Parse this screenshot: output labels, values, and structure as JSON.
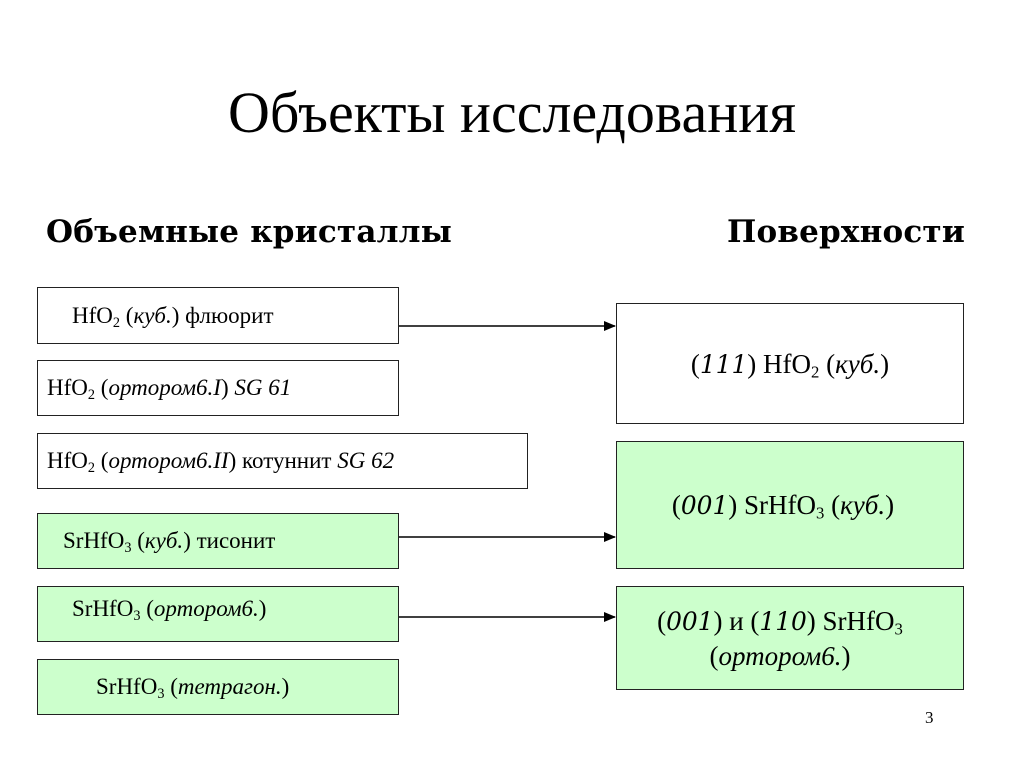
{
  "slide": {
    "title": "Объекты исследования",
    "left_header": "Объемные кристаллы",
    "right_header": "Поверхности",
    "page_number": "3"
  },
  "bulk": [
    {
      "formula": "HfO",
      "sub": "2",
      "open": " (",
      "italic": "куб.",
      "close": ") флюорит",
      "tail_italic": "",
      "fill": "#ffffff"
    },
    {
      "formula": "HfO",
      "sub": "2",
      "open": " (",
      "italic": "ортором6.I",
      "close": ") ",
      "tail_italic": "SG 61",
      "fill": "#ffffff"
    },
    {
      "formula": "HfO",
      "sub": "2",
      "open": " (",
      "italic": "ортором6.II",
      "close": ") котуннит ",
      "tail_italic": "SG 62",
      "fill": "#ffffff"
    },
    {
      "formula": "SrHfO",
      "sub": "3",
      "open": " (",
      "italic": "куб.",
      "close": ") тисонит",
      "tail_italic": "",
      "fill": "#ccffcc"
    },
    {
      "formula": "SrHfO",
      "sub": "3",
      "open": " (",
      "italic": "ортором6.",
      "close": ")",
      "tail_italic": "",
      "fill": "#ccffcc"
    },
    {
      "formula": "SrHfO",
      "sub": "3",
      "open": " (",
      "italic": "тетрагон.",
      "close": ")",
      "tail_italic": "",
      "fill": "#ccffcc"
    }
  ],
  "surfaces": [
    {
      "open": "(",
      "idx": "111",
      "mid": ") HfO",
      "sub": "2",
      "paren": " (",
      "italic": "куб.",
      "close": ")",
      "fill": "#ffffff"
    },
    {
      "open": "(",
      "idx": "001",
      "mid": ") SrHfO",
      "sub": "3",
      "paren": " (",
      "italic": "куб.",
      "close": ")",
      "fill": "#ccffcc"
    },
    {
      "line1_open": "(",
      "idx1": "001",
      "and": ") и (",
      "idx2": "110",
      "mid": ") SrHfO",
      "sub": "3",
      "line2_open": "(",
      "italic": "ортором6.",
      "close": ")",
      "fill": "#ccffcc"
    }
  ],
  "colors": {
    "green_fill": "#ccffcc",
    "white_fill": "#ffffff",
    "stroke": "#222222"
  }
}
